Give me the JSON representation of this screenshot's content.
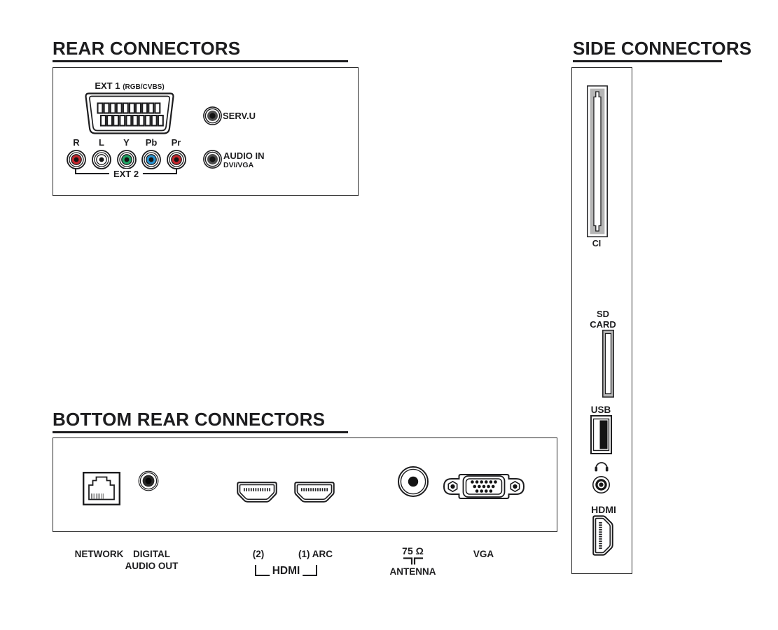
{
  "colors": {
    "ink": "#1d1d1f",
    "slot_gray": "#b5b5b5",
    "rca": {
      "r": "#c5282f",
      "l": "#ffffff",
      "y": "#23a566",
      "pb": "#2a93d0",
      "pr": "#c5282f"
    }
  },
  "sections": {
    "rear": {
      "title": "REAR CONNECTORS",
      "ext1_label": "EXT 1",
      "ext1_sub": "(RGB/CVBS)",
      "rca_labels": [
        "R",
        "L",
        "Y",
        "Pb",
        "Pr"
      ],
      "ext2_label": "EXT 2",
      "servu_label": "SERV.U",
      "audio_in_label": "AUDIO IN",
      "audio_in_sub": "DVI/VGA"
    },
    "bottom": {
      "title": "BOTTOM REAR CONNECTORS",
      "network_label": "NETWORK",
      "digital_audio_label_line1": "DIGITAL",
      "digital_audio_label_line2": "AUDIO OUT",
      "hdmi2_label": "(2)",
      "hdmi1_label": "(1) ARC",
      "hdmi_group_label": "HDMI",
      "antenna_impedance": "75 Ω",
      "antenna_label": "ANTENNA",
      "vga_label": "VGA"
    },
    "side": {
      "title": "SIDE CONNECTORS",
      "ci_label": "CI",
      "sd_label_line1": "SD",
      "sd_label_line2": "CARD",
      "usb_label": "USB",
      "hdmi_label": "HDMI"
    }
  }
}
